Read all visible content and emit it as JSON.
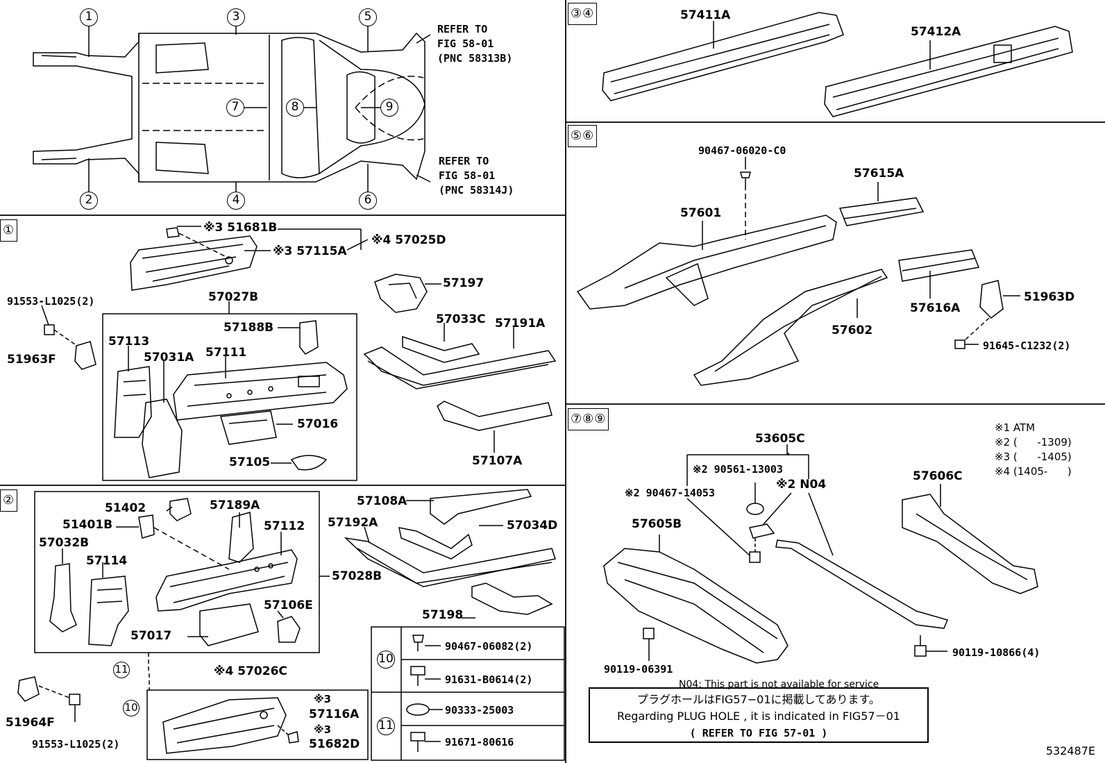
{
  "overview": {
    "refer_top": [
      "REFER TO",
      "FIG 58-01",
      "(PNC 58313B)"
    ],
    "refer_bottom": [
      "REFER TO",
      "FIG 58-01",
      "(PNC 58314J)"
    ],
    "markers": [
      "1",
      "2",
      "3",
      "4",
      "5",
      "6",
      "7",
      "8",
      "9"
    ]
  },
  "sections": {
    "s1": "①",
    "s2": "②",
    "s34": "③④",
    "s56": "⑤⑥",
    "s789": "⑦⑧⑨"
  },
  "s1": {
    "p51681B": "※3 51681B",
    "p57115A": "※3 57115A",
    "p57025D": "※4 57025D",
    "p57197": "57197",
    "p91553a": "91553-L1025(2)",
    "p57027B": "57027B",
    "p51963F": "51963F",
    "p57188B": "57188B",
    "p57113": "57113",
    "p57031A": "57031A",
    "p57111": "57111",
    "p57033C": "57033C",
    "p57191A": "57191A",
    "p57016": "57016",
    "p57105": "57105",
    "p57107A": "57107A"
  },
  "s2": {
    "p51402": "51402",
    "p57189A": "57189A",
    "p51401B": "51401B",
    "p57112": "57112",
    "p57032B": "57032B",
    "p57114": "57114",
    "p57028B": "57028B",
    "p57106E": "57106E",
    "p57017": "57017",
    "p57108A": "57108A",
    "p57192A": "57192A",
    "p57034D": "57034D",
    "p57198": "57198",
    "p57026C": "※4 57026C",
    "p57116A_mark": "※3",
    "p57116A": "57116A",
    "p51682D_mark": "※3",
    "p51682D": "51682D",
    "p51964F": "51964F",
    "p91553b": "91553-L1025(2)",
    "circ10": "10",
    "circ11": "11"
  },
  "fasteners": {
    "g10_label": "10",
    "g11_label": "11",
    "f1": "90467-06082(2)",
    "f2": "91631-B0614(2)",
    "f3": "90333-25003",
    "f4": "91671-80616"
  },
  "s34": {
    "p57411A": "57411A",
    "p57412A": "57412A"
  },
  "s56": {
    "p90467a": "90467-06020-C0",
    "p57615A": "57615A",
    "p57601": "57601",
    "p57616A": "57616A",
    "p51963D": "51963D",
    "p57602": "57602",
    "p91645": "91645-C1232(2)"
  },
  "s789": {
    "p53605C": "53605C",
    "p90561": "※2 90561-13003",
    "pN04": "※2 N04",
    "p90467b": "※2 90467-14053",
    "p57605B": "57605B",
    "p57606C": "57606C",
    "p90119a": "90119-06391",
    "p90119b": "90119-10866(4)",
    "legend": [
      "※1 ATM",
      "※2 (      -1309)",
      "※3 (      -1405)",
      "※4 (1405-      )"
    ],
    "note": "N04: This part is not available for service",
    "plug_jp": "プラグホールはFIG57−01に掲載してあります。",
    "plug_en": "Regarding  PLUG HOLE , it is indicated  in  FIG57－01",
    "plug_ref": "(   REFER TO FIG 57-01   )"
  },
  "figure_id": "532487E"
}
